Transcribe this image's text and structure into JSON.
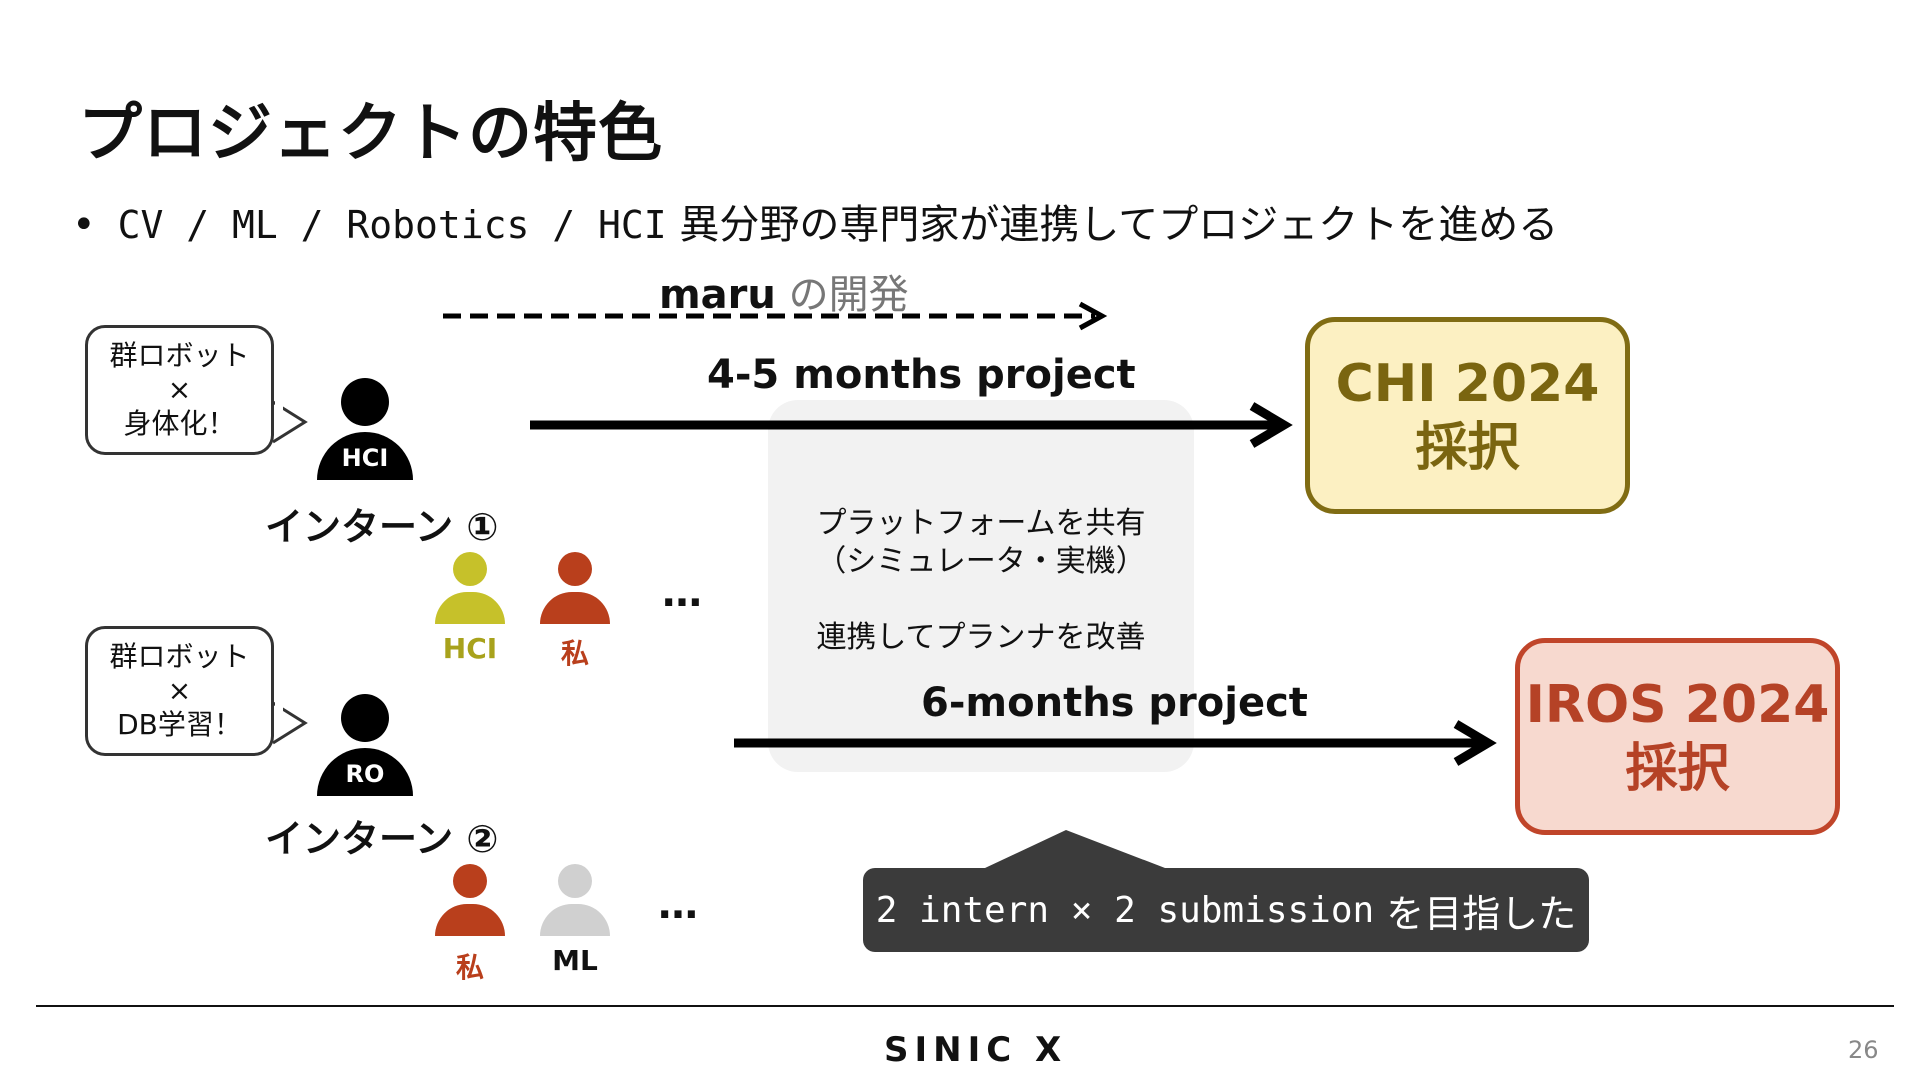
{
  "slide": {
    "title": "プロジェクトの特色",
    "bullet": {
      "marker": "•",
      "fields": "CV / ML / Robotics / HCI",
      "text": "異分野の専門家が連携してプロジェクトを進める"
    },
    "maru": {
      "name": "maru",
      "suffix": "の開発"
    },
    "project1_label": "4-5 months project",
    "project2_label": "6-months project",
    "shared_box": {
      "line1": "プラットフォームを共有",
      "line2": "（シミュレータ・実機）",
      "line3": "連携してプランナを改善"
    },
    "intern1": {
      "bubble": [
        "群ロボット",
        "×",
        "身体化！"
      ],
      "badge": "HCI",
      "label": "インターン ①",
      "members": [
        {
          "label": "HCI",
          "color": "#c6c12a"
        },
        {
          "label": "私",
          "color": "#b93f1c"
        }
      ],
      "ellipsis": "…"
    },
    "intern2": {
      "bubble": [
        "群ロボット",
        "×",
        "DB学習！"
      ],
      "badge": "RO",
      "label": "インターン ②",
      "members": [
        {
          "label": "私",
          "color": "#b93f1c"
        },
        {
          "label": "ML",
          "color": "#d0d0d0"
        }
      ],
      "ellipsis": "…"
    },
    "result1": {
      "line1": "CHI 2024",
      "line2": "採択"
    },
    "result2": {
      "line1": "IROS 2024",
      "line2": "採択"
    },
    "callout": {
      "mono": "2 intern × 2 submission",
      "text": "を目指した"
    },
    "footer": {
      "logo": "SINIC X",
      "page_number": "26"
    }
  },
  "colors": {
    "chi_fill": "#fcf0c2",
    "chi_border": "#806c13",
    "iros_fill": "#f7d9cf",
    "iros_border": "#c0452a",
    "hci_member": "#c6c12a",
    "me": "#b93f1c",
    "ml_member": "#d0d0d0",
    "callout_bg": "#3b3b3b"
  }
}
